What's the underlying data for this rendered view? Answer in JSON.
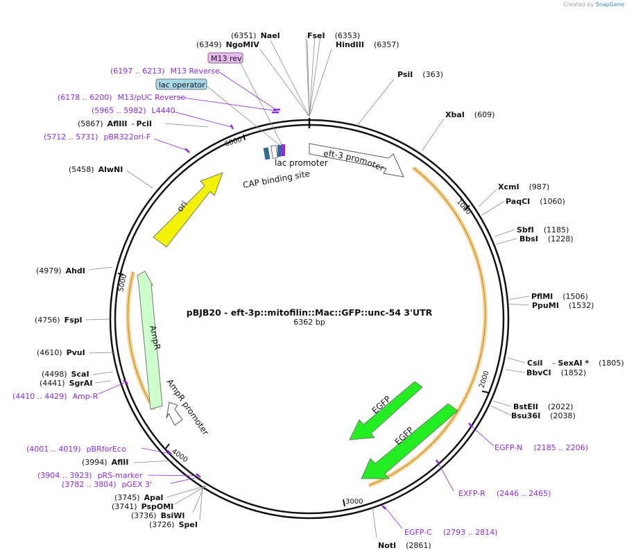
{
  "credit": {
    "prefix": "Created by",
    "brand": "SnapGene"
  },
  "title": "pBJB20 - eft-3p::mitofilin::Mac::GFP::unc-54 3'UTR",
  "subtitle": "6362 bp",
  "ticks": [
    "1000",
    "2000",
    "3000",
    "4000",
    "5000",
    "6000"
  ],
  "sites": [
    {
      "id": "nael",
      "name": "NaeI",
      "pos": "(6351)"
    },
    {
      "id": "ngomiv",
      "name": "NgoMIV",
      "pos": "(6349)"
    },
    {
      "id": "fsei",
      "name": "FseI",
      "pos": "(6353)"
    },
    {
      "id": "hindiii",
      "name": "HindIII",
      "pos": "(6357)"
    },
    {
      "id": "psii",
      "name": "PsiI",
      "pos": "(363)"
    },
    {
      "id": "xbai",
      "name": "XbaI",
      "pos": "(609)"
    },
    {
      "id": "xcmi",
      "name": "XcmI",
      "pos": "(987)"
    },
    {
      "id": "paqci",
      "name": "PaqCI",
      "pos": "(1060)"
    },
    {
      "id": "sbfi",
      "name": "SbfI",
      "pos": "(1185)"
    },
    {
      "id": "bbsi",
      "name": "BbsI",
      "pos": "(1228)"
    },
    {
      "id": "pflmi",
      "name": "PflMI",
      "pos": "(1506)"
    },
    {
      "id": "ppumi",
      "name": "PpuMI",
      "pos": "(1532)"
    },
    {
      "id": "csii",
      "name": "CsiI",
      "pos": "(1805)",
      "extra": "SexAI *",
      "dash": "-"
    },
    {
      "id": "bbvci",
      "name": "BbvCI",
      "pos": "(1852)"
    },
    {
      "id": "bsteii",
      "name": "BstEII",
      "pos": "(2022)"
    },
    {
      "id": "bsu36i",
      "name": "Bsu36I",
      "pos": "(2038)"
    },
    {
      "id": "noti",
      "name": "NotI",
      "pos": "(2861)"
    },
    {
      "id": "spei",
      "name": "SpeI",
      "pos": "(3726)"
    },
    {
      "id": "bsiwi",
      "name": "BsiWI",
      "pos": "(3736)"
    },
    {
      "id": "pspomi",
      "name": "PspOMI",
      "pos": "(3741)"
    },
    {
      "id": "apai",
      "name": "ApaI",
      "pos": "(3745)"
    },
    {
      "id": "aflii",
      "name": "AflII",
      "pos": "(3994)"
    },
    {
      "id": "sgrai",
      "name": "SgrAI",
      "pos": "(4441)"
    },
    {
      "id": "scai",
      "name": "ScaI",
      "pos": "(4498)"
    },
    {
      "id": "pvui",
      "name": "PvuI",
      "pos": "(4610)"
    },
    {
      "id": "fspi",
      "name": "FspI",
      "pos": "(4756)"
    },
    {
      "id": "ahdi",
      "name": "AhdI",
      "pos": "(4979)"
    },
    {
      "id": "alwni",
      "name": "AlwNI",
      "pos": "(5458)"
    },
    {
      "id": "afliii",
      "name": "AflIII",
      "pos": "(5867)",
      "extra": "PciI",
      "dash": "-"
    }
  ],
  "primers": [
    {
      "id": "m13rev-r",
      "range": "(6197 .. 6213)",
      "name": "M13 Reverse"
    },
    {
      "id": "m13puc",
      "range": "(6178 .. 6200)",
      "name": "M13/pUC Reverse"
    },
    {
      "id": "l4440",
      "range": "(5965 .. 5982)",
      "name": "L4440"
    },
    {
      "id": "pbr322",
      "range": "(5712 .. 5731)",
      "name": "pBR322ori-F"
    },
    {
      "id": "ampr-p",
      "range": "(4410 .. 4429)",
      "name": "Amp-R"
    },
    {
      "id": "pbrfor",
      "range": "(4001 .. 4019)",
      "name": "pBRforEco"
    },
    {
      "id": "prs",
      "range": "(3904 .. 3923)",
      "name": "pRS-marker"
    },
    {
      "id": "pgex",
      "range": "(3782 .. 3804)",
      "name": "pGEX 3'"
    },
    {
      "id": "egfpn",
      "range": "(2185 .. 2206)",
      "name": "EGFP-N"
    },
    {
      "id": "exfpr",
      "range": "(2446 .. 2465)",
      "name": "EXFP-R"
    },
    {
      "id": "egfpc",
      "range": "(2793 .. 2814)",
      "name": "EGFP-C"
    }
  ],
  "boxed": {
    "m13rev": "M13 rev",
    "lacop": "lac operator"
  },
  "features": {
    "eft3": "eft-3 promoter",
    "ori": "ori",
    "ampr": "AmpR",
    "amprpromoter": "AmpR promoter",
    "egfp1": "EGFP",
    "egfp2": "EGFP",
    "lacpromoter": "lac promoter",
    "cap": "CAP binding site"
  },
  "colors": {
    "primer": "#8a2be2",
    "ori": "#f2f200",
    "egfp": "#22ee22",
    "ampr": "#ccffcc",
    "orf": "#f5c77e",
    "lacop": "#a8d8e8",
    "m13rev": "#e8b8f0",
    "cap": "#2e6f8e"
  }
}
